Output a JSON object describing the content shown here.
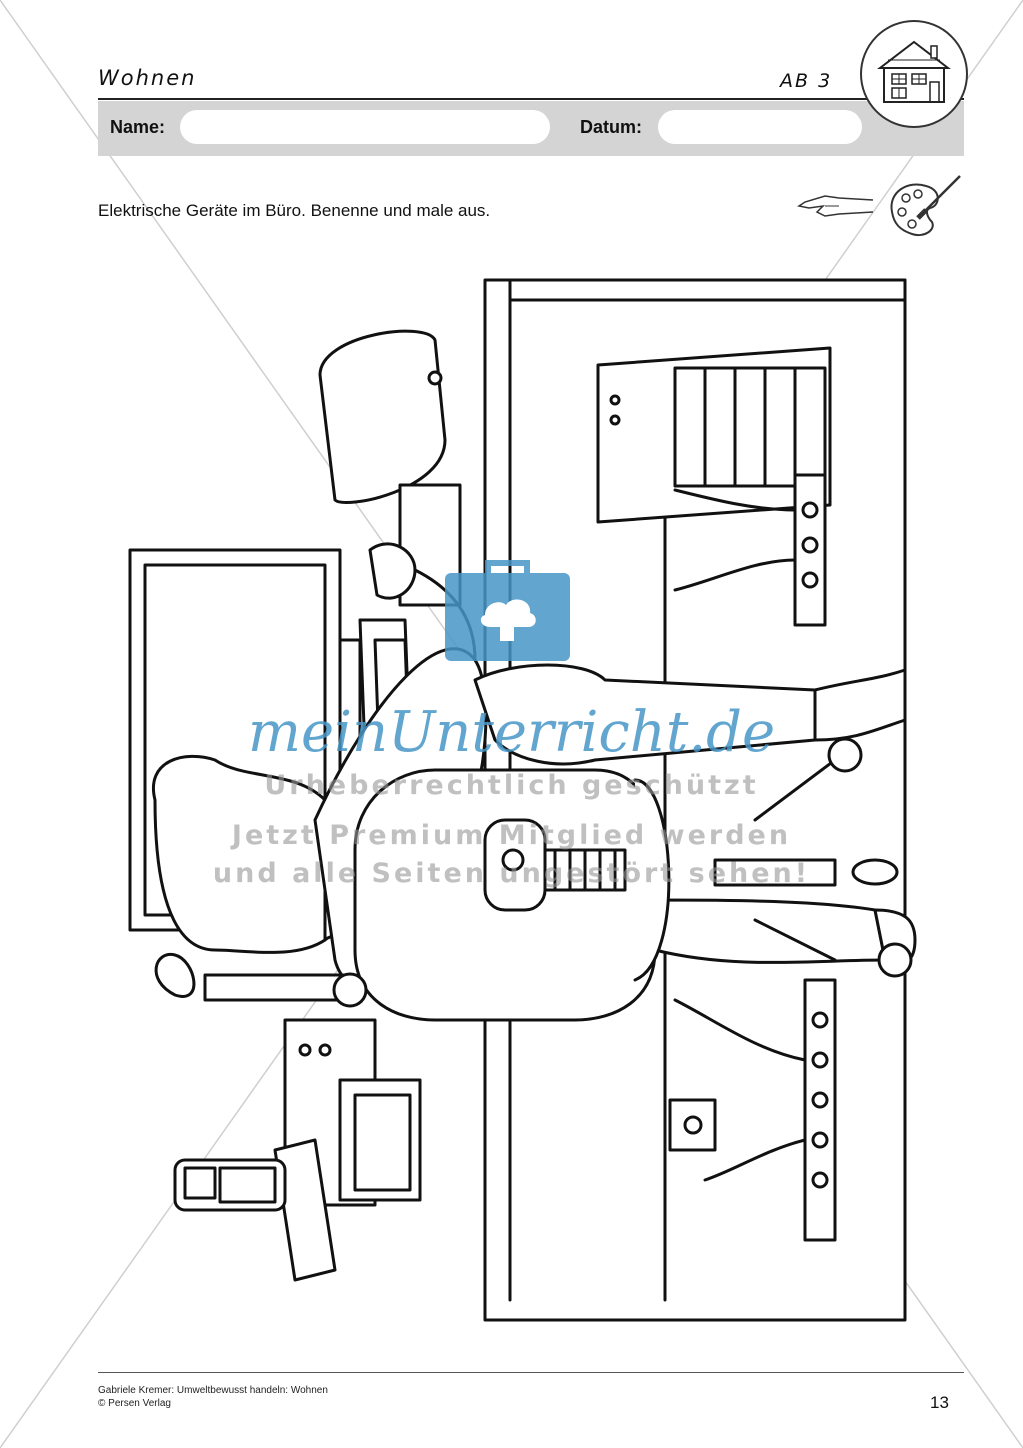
{
  "header": {
    "topic": "Wohnen",
    "sheet_code": "AB 3",
    "name_label": "Name:",
    "date_label": "Datum:"
  },
  "instruction": "Elektrische Geräte im Büro. Benenne und male aus.",
  "icons": {
    "house": "house-icon",
    "pointing_hand": "pointing-hand-icon",
    "palette": "palette-icon"
  },
  "watermark": {
    "brand": "meinUnterricht.de",
    "line1": "Urheberrechtlich geschützt",
    "line2": "Jetzt Premium Mitglied werden",
    "line3": "und alle Seiten ungestört sehen!"
  },
  "footer": {
    "line1": "Gabriele Kremer: Umweltbewusst handeln: Wohnen",
    "line2": "© Persen Verlag",
    "page_number": "13"
  },
  "colors": {
    "name_bar": "#d4d4d4",
    "watermark_blue": "#4696c8"
  }
}
